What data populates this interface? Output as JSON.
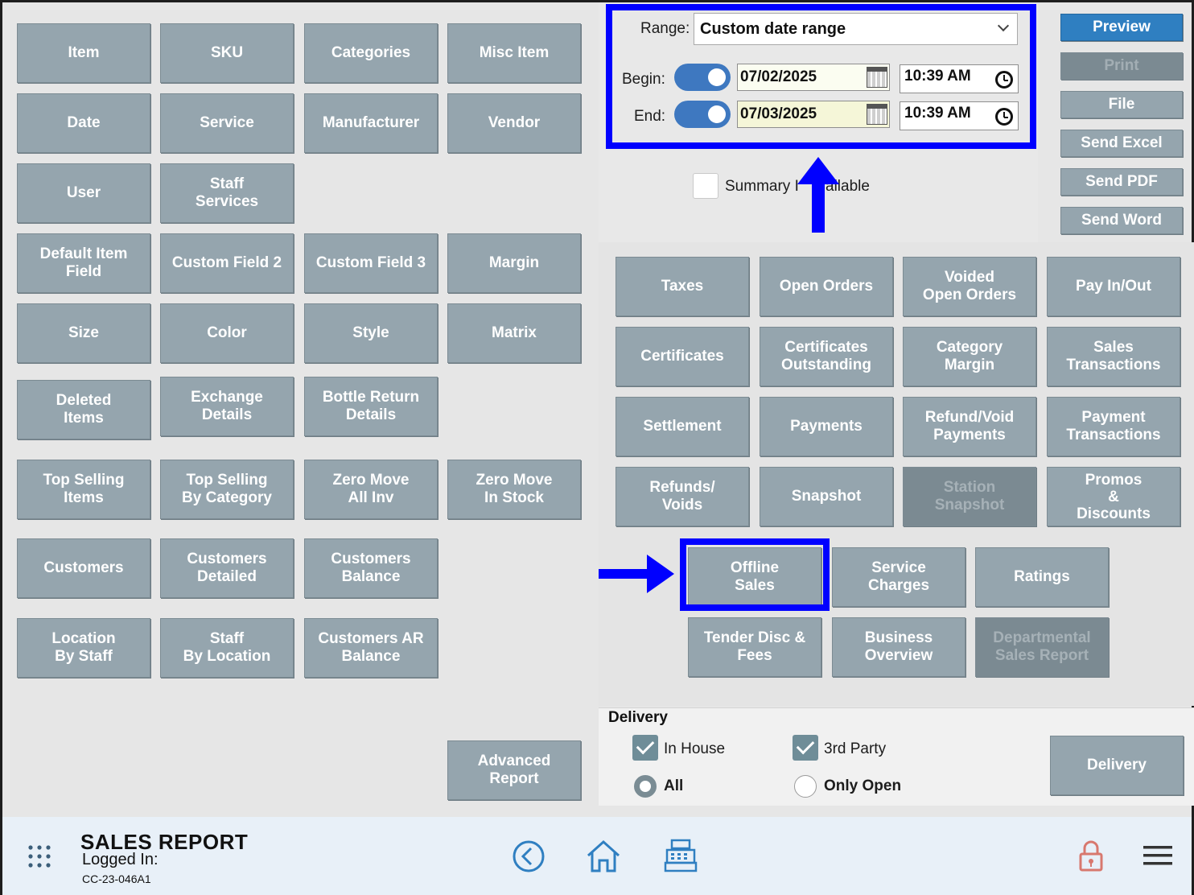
{
  "range": {
    "label": "Range:",
    "value": "Custom date range"
  },
  "begin": {
    "label": "Begin:",
    "date": "07/02/2025",
    "time": "10:39 AM"
  },
  "end": {
    "label": "End:",
    "date": "07/03/2025",
    "time": "10:39 AM"
  },
  "summary": {
    "visible_text_a": "Summary I",
    "visible_text_b": "ailable",
    "checked": false
  },
  "side_buttons": {
    "preview": "Preview",
    "print": "Print",
    "file": "File",
    "send_excel": "Send Excel",
    "send_pdf": "Send PDF",
    "send_word": "Send Word"
  },
  "left_buttons": [
    "Item",
    "SKU",
    "Categories",
    "Misc Item",
    "Date",
    "Service",
    "Manufacturer",
    "Vendor",
    "User",
    "Staff\nServices",
    "Default Item\nField",
    "Custom Field 2",
    "Custom Field 3",
    "Margin",
    "Size",
    "Color",
    "Style",
    "Matrix",
    "Deleted\nItems",
    "Exchange\nDetails",
    "Bottle Return\nDetails",
    "Top Selling\nItems",
    "Top Selling\nBy Category",
    "Zero Move\nAll Inv",
    "Zero Move\nIn Stock",
    "Customers",
    "Customers\nDetailed",
    "Customers\nBalance",
    "Location\nBy Staff",
    "Staff\nBy Location",
    "Customers AR\nBalance",
    "Advanced\nReport"
  ],
  "right_buttons": [
    "Taxes",
    "Open Orders",
    "Voided\nOpen Orders",
    "Pay In/Out",
    "Certificates",
    "Certificates\nOutstanding",
    "Category\nMargin",
    "Sales\nTransactions",
    "Settlement",
    "Payments",
    "Refund/Void\nPayments",
    "Payment\nTransactions",
    "Refunds/\nVoids",
    "Snapshot",
    "Station\nSnapshot",
    "Promos\n&\nDiscounts",
    "Offline\nSales",
    "Service\nCharges",
    "Ratings",
    "Tender Disc &\nFees",
    "Business\nOverview",
    "Departmental\nSales Report"
  ],
  "delivery": {
    "title": "Delivery",
    "in_house": "In House",
    "third_party": "3rd Party",
    "all": "All",
    "only_open": "Only Open",
    "button": "Delivery"
  },
  "footer": {
    "title": "SALES REPORT",
    "logged_in": "Logged In:",
    "station_id": "CC-23-046A1"
  },
  "colors": {
    "button": "#95a5ae",
    "preview": "#2f7fc1",
    "highlight": "#0000ff",
    "toggle": "#3e78c0"
  },
  "icons": [
    "grid-menu-icon",
    "back-icon",
    "home-icon",
    "register-icon",
    "lock-icon",
    "hamburger-icon",
    "calendar-icon",
    "clock-icon",
    "arrow-up-icon",
    "arrow-right-icon"
  ]
}
